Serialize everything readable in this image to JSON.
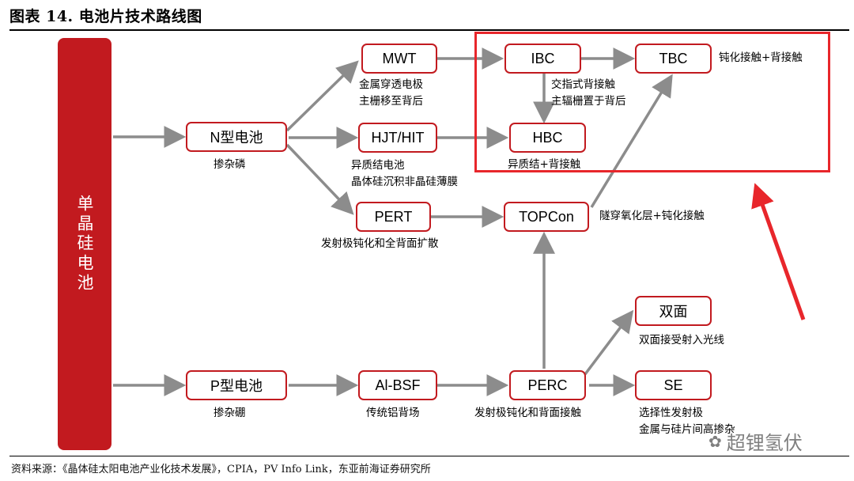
{
  "title": "图表 14. 电池片技术路线图",
  "source": "资料来源：《晶体硅太阳电池产业化技术发展》，CPIA，PV Info Link，东亚前海证券研究所",
  "root": "单晶硅电池",
  "nodes": {
    "n_type": "N型电池",
    "p_type": "P型电池",
    "mwt": "MWT",
    "hjt": "HJT/HIT",
    "pert": "PERT",
    "ibc": "IBC",
    "tbc": "TBC",
    "hbc": "HBC",
    "topcon": "TOPCon",
    "al_bsf": "Al-BSF",
    "perc": "PERC",
    "bifacial": "双面",
    "se": "SE"
  },
  "captions": {
    "n_type": "掺杂磷",
    "p_type": "掺杂硼",
    "mwt_1": "金属穿透电极",
    "mwt_2": "主栅移至背后",
    "hjt_1": "异质结电池",
    "hjt_2": "晶体硅沉积非晶硅薄膜",
    "pert": "发射极钝化和全背面扩散",
    "ibc_1": "交指式背接触",
    "ibc_2": "主辐栅置于背后",
    "tbc": "钝化接触+背接触",
    "hbc": "异质结+背接触",
    "topcon": "隧穿氧化层+钝化接触",
    "al_bsf": "传统铝背场",
    "perc": "发射极钝化和背面接触",
    "bifacial": "双面接受射入光线",
    "se_1": "选择性发射极",
    "se_2": "金属与硅片间高掺杂"
  },
  "watermark": "超锂氢伏",
  "colors": {
    "accent": "#c21a1f",
    "highlight": "#e8262b",
    "arrow": "#8c8c8c"
  }
}
